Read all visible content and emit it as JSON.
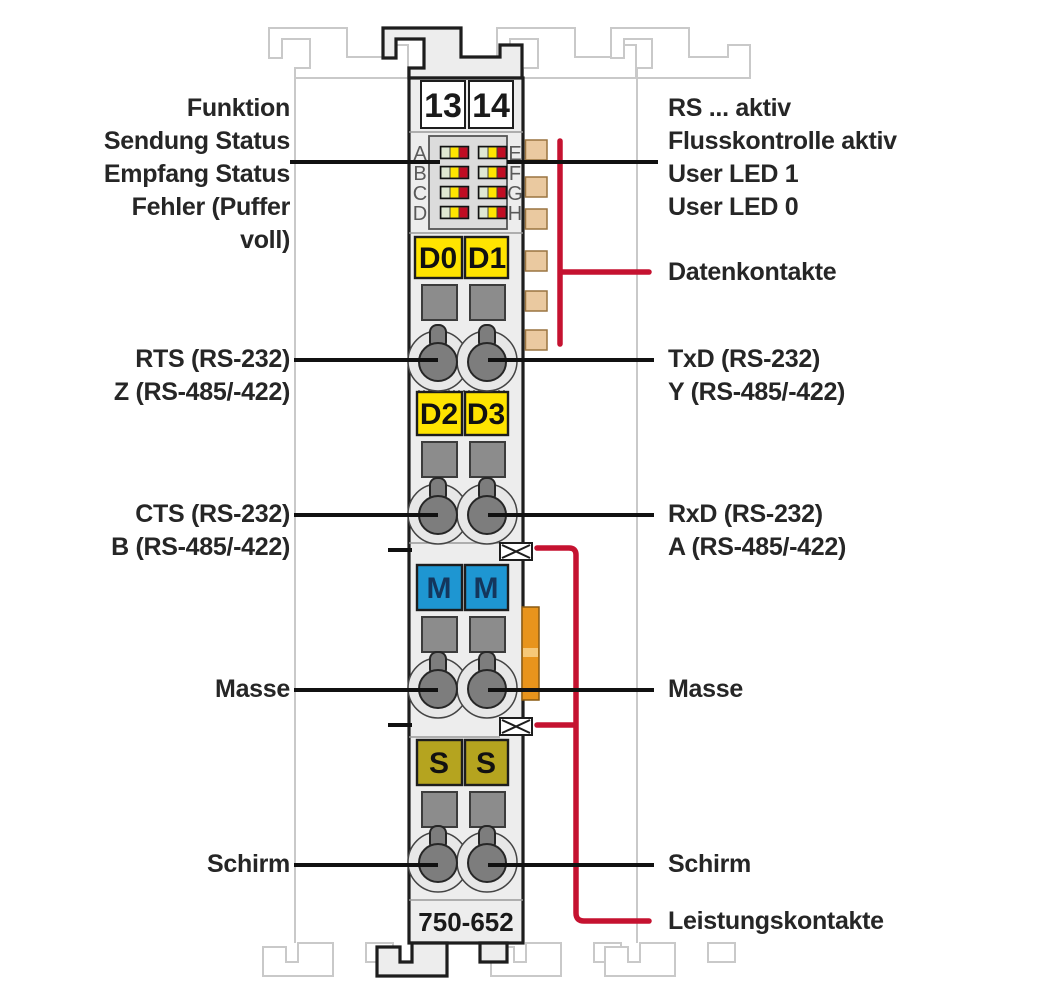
{
  "diagram": {
    "module_number": "750-652",
    "terminal_numbers": [
      "13",
      "14"
    ],
    "led_rows_left": [
      "A",
      "B",
      "C",
      "D"
    ],
    "led_rows_right": [
      "E",
      "F",
      "G",
      "H"
    ],
    "terminals": [
      [
        "D0",
        "D1"
      ],
      [
        "D2",
        "D3"
      ],
      [
        "M",
        "M"
      ],
      [
        "S",
        "S"
      ]
    ],
    "labels_left": {
      "led_block": [
        "Funktion",
        "Sendung Status",
        "Empfang Status",
        "Fehler (Puffer",
        "voll)"
      ],
      "rts": [
        "RTS (RS-232)",
        "Z (RS-485/-422)"
      ],
      "cts": [
        "CTS (RS-232)",
        "B (RS-485/-422)"
      ],
      "masse": "Masse",
      "schirm": "Schirm"
    },
    "labels_right": {
      "led_block": [
        "RS ... aktiv",
        "Flusskontrolle aktiv",
        "User LED 1",
        "User LED 0"
      ],
      "datenkontakte": "Datenkontakte",
      "txd": [
        "TxD (RS-232)",
        "Y (RS-485/-422)"
      ],
      "rxd": [
        "RxD (RS-232)",
        "A (RS-485/-422)"
      ],
      "masse": "Masse",
      "schirm": "Schirm",
      "leistungskontakte": "Leistungskontakte"
    },
    "colors": {
      "accent_red": "#c51230",
      "terminal_yellow": "#ffe400",
      "terminal_blue": "#1e96d2",
      "terminal_olive": "#b5a41f",
      "slot_gray": "#8c8c8c",
      "connector_gray": "#7d7d7d",
      "contact_tan": "#eac9a0",
      "contact_orange": "#e8941c",
      "led_green": "#dfe7d2",
      "led_yellow": "#ffe400",
      "led_red": "#c00d23",
      "body_gray": "#ededed",
      "ghost_gray": "#c9c9c9",
      "line_black": "#1d1d1d"
    }
  }
}
